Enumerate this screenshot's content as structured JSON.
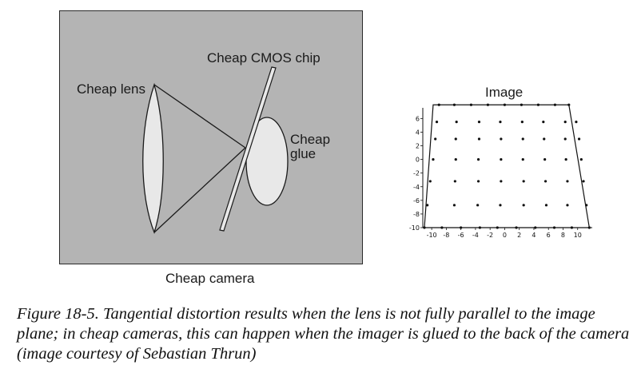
{
  "camera_diagram": {
    "lens_label": "Cheap lens",
    "chip_label": "Cheap CMOS chip",
    "glue_label_line1": "Cheap",
    "glue_label_line2": "glue",
    "caption": "Cheap camera",
    "colors": {
      "background": "#b4b4b4",
      "lens": "#e8e8e8",
      "outline": "#1a1a1a"
    }
  },
  "image_plot": {
    "title": "Image",
    "chart_data": {
      "type": "scatter",
      "title": "Image",
      "xlim": [
        -11,
        12
      ],
      "ylim": [
        -10,
        8.5
      ],
      "x_ticks": [
        -10,
        -8,
        -6,
        -4,
        -2,
        0,
        2,
        4,
        6,
        8,
        10
      ],
      "x_tick_labels": [
        "-10",
        "-8",
        "-6",
        "-4",
        "-2",
        "0",
        "2",
        "4",
        "6",
        "8",
        "10"
      ],
      "y_ticks": [
        -10,
        -8,
        -6,
        -4,
        -2,
        0,
        2,
        4,
        6
      ],
      "y_tick_labels": [
        "-10",
        "-8",
        "-6",
        "-4",
        "-2",
        "0",
        "2",
        "4",
        "6"
      ],
      "grid": false,
      "outline": [
        [
          -9.8,
          8
        ],
        [
          8.8,
          8
        ],
        [
          11.6,
          -10
        ],
        [
          -11,
          -10
        ]
      ],
      "points": [
        [
          -9.0,
          8.0
        ],
        [
          -6.9,
          8.0
        ],
        [
          -4.6,
          8.0
        ],
        [
          -2.3,
          8.0
        ],
        [
          0.0,
          8.0
        ],
        [
          2.3,
          8.0
        ],
        [
          4.6,
          8.0
        ],
        [
          6.9,
          8.0
        ],
        [
          8.8,
          8.0
        ],
        [
          -9.3,
          5.5
        ],
        [
          -6.6,
          5.5
        ],
        [
          -3.5,
          5.5
        ],
        [
          -0.6,
          5.5
        ],
        [
          2.4,
          5.5
        ],
        [
          5.3,
          5.5
        ],
        [
          8.3,
          5.5
        ],
        [
          9.8,
          5.5
        ],
        [
          -9.5,
          3.0
        ],
        [
          -6.7,
          3.0
        ],
        [
          -3.5,
          3.0
        ],
        [
          -0.5,
          3.0
        ],
        [
          2.5,
          3.0
        ],
        [
          5.4,
          3.0
        ],
        [
          8.3,
          3.0
        ],
        [
          10.2,
          3.0
        ],
        [
          -9.8,
          0.0
        ],
        [
          -6.7,
          0.0
        ],
        [
          -3.6,
          0.0
        ],
        [
          -0.5,
          0.0
        ],
        [
          2.5,
          0.0
        ],
        [
          5.5,
          0.0
        ],
        [
          8.4,
          0.0
        ],
        [
          10.5,
          0.0
        ],
        [
          -10.2,
          -3.2
        ],
        [
          -6.8,
          -3.2
        ],
        [
          -3.6,
          -3.2
        ],
        [
          -0.5,
          -3.2
        ],
        [
          2.6,
          -3.2
        ],
        [
          5.6,
          -3.2
        ],
        [
          8.6,
          -3.2
        ],
        [
          10.8,
          -3.2
        ],
        [
          -10.6,
          -6.7
        ],
        [
          -6.9,
          -6.7
        ],
        [
          -3.7,
          -6.7
        ],
        [
          -0.6,
          -6.7
        ],
        [
          2.6,
          -6.7
        ],
        [
          5.7,
          -6.7
        ],
        [
          8.6,
          -6.7
        ],
        [
          11.2,
          -6.7
        ],
        [
          -11.0,
          -10.0
        ],
        [
          -8.6,
          -10.0
        ],
        [
          -6.0,
          -10.0
        ],
        [
          -3.4,
          -10.0
        ],
        [
          -1.0,
          -10.0
        ],
        [
          1.6,
          -10.0
        ],
        [
          4.2,
          -10.0
        ],
        [
          6.8,
          -10.0
        ],
        [
          9.2,
          -10.0
        ],
        [
          11.6,
          -10.0
        ]
      ]
    }
  },
  "figure_caption": "Figure 18-5. Tangential distortion results when the lens is not fully parallel to the image plane; in cheap cameras, this can happen when the imager is glued to the back of the camera (image courtesy of Sebastian Thrun)"
}
